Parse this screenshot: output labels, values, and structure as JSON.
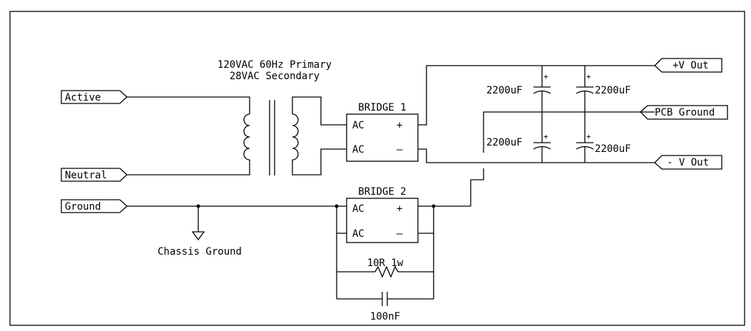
{
  "transformer": {
    "primary_label": "120VAC 60Hz Primary",
    "secondary_label": "28VAC Secondary"
  },
  "inputs": {
    "active": "Active",
    "neutral": "Neutral",
    "ground": "Ground"
  },
  "outputs": {
    "plus_v": "+V Out",
    "pcb_ground": "PCB Ground",
    "minus_v": "- V Out"
  },
  "bridge1": {
    "title": "BRIDGE 1",
    "ac_top": "AC",
    "plus": "+",
    "ac_bottom": "AC",
    "minus": "–"
  },
  "bridge2": {
    "title": "BRIDGE 2",
    "ac_top": "AC",
    "plus": "+",
    "ac_bottom": "AC",
    "minus": "–"
  },
  "capacitors": {
    "c1": "2200uF",
    "c2": "2200uF",
    "c3": "2200uF",
    "c4": "2200uF",
    "polarity": "+"
  },
  "chassis_ground_label": "Chassis Ground",
  "resistor_label": "10R 1w",
  "cap_small_label": "100nF"
}
